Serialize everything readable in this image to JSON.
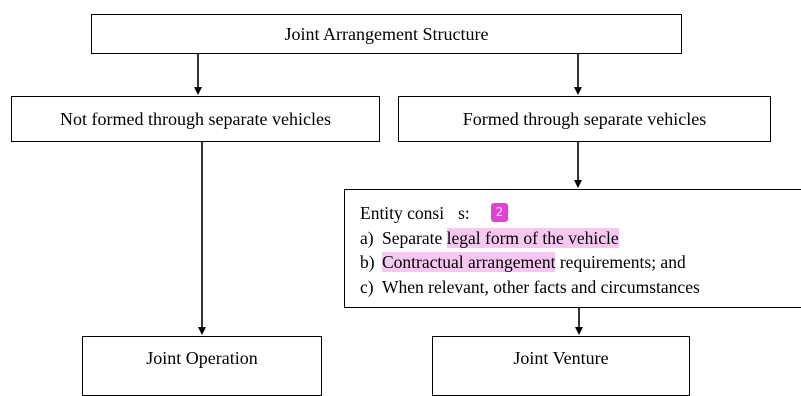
{
  "diagram": {
    "top": "Joint Arrangement Structure",
    "left_branch": "Not formed through separate vehicles",
    "right_branch": "Formed through separate vehicles",
    "entity": {
      "heading_start": "Entity consi",
      "heading_end": "s:",
      "badge": "2",
      "items": [
        {
          "marker": "a)",
          "before": "Separate ",
          "highlight": "legal form of the vehicle",
          "after": ""
        },
        {
          "marker": "b)",
          "before": "",
          "highlight": "Contractual arrangement",
          "after": " requirements; and"
        },
        {
          "marker": "c)",
          "before": "When relevant, other facts and circumstances",
          "highlight": "",
          "after": ""
        }
      ]
    },
    "outcome_left": "Joint Operation",
    "outcome_right": "Joint Venture",
    "highlight_color": "#f6c8f1",
    "badge_color": "#e43fd6"
  }
}
